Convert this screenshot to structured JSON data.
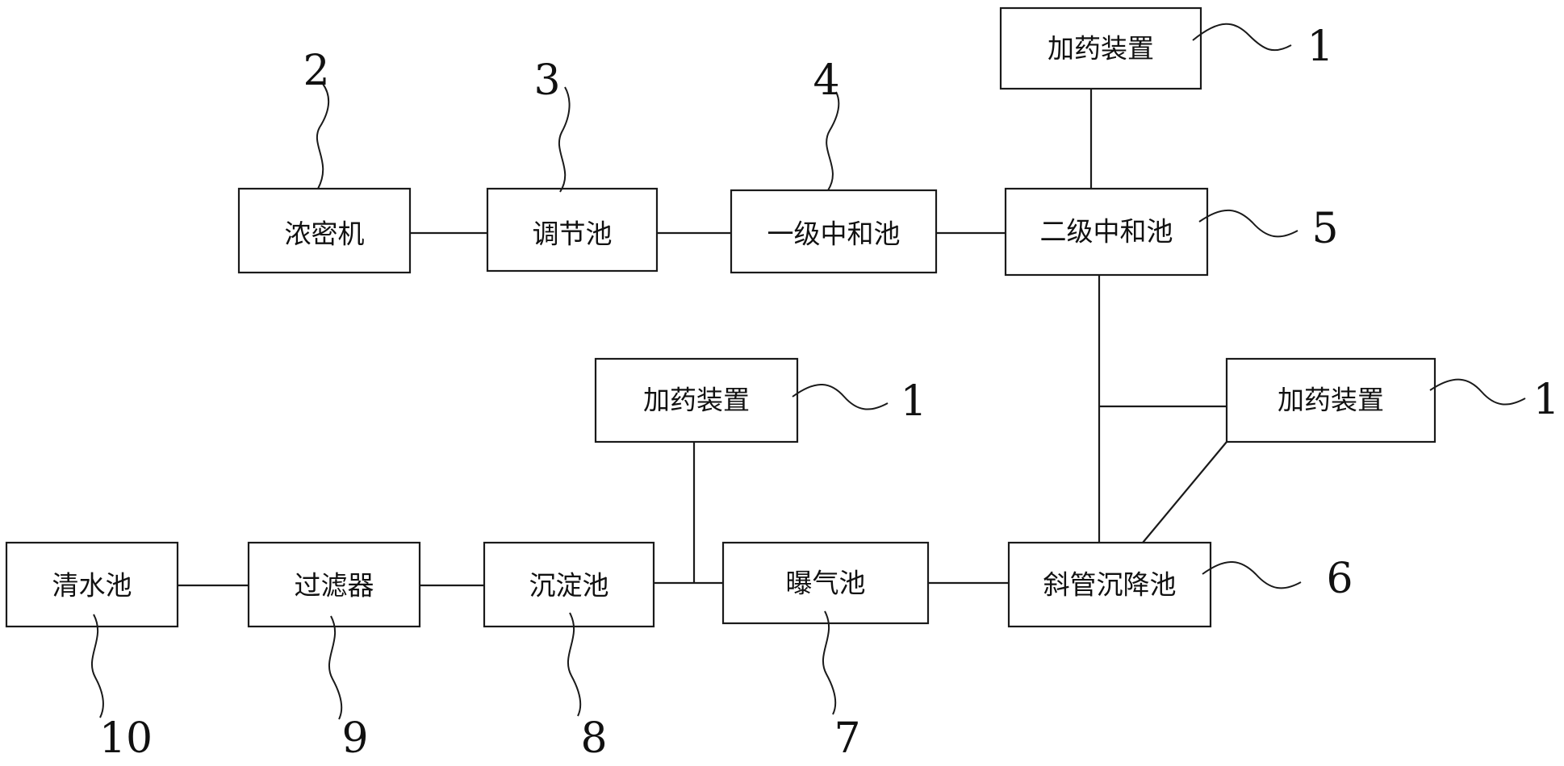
{
  "boxes": {
    "dosing_top": "加药装置",
    "thickener": "浓密机",
    "regulating_tank": "调节池",
    "primary_neutralization": "一级中和池",
    "secondary_neutralization": "二级中和池",
    "dosing_mid": "加药装置",
    "dosing_right": "加药装置",
    "clear_water_tank": "清水池",
    "filter": "过滤器",
    "sedimentation_tank": "沉淀池",
    "aeration_tank": "曝气池",
    "inclined_tube_settler": "斜管沉降池"
  },
  "refs": {
    "dosing_top": "1",
    "thickener": "2",
    "regulating_tank": "3",
    "primary_neutralization": "4",
    "secondary_neutralization": "5",
    "dosing_mid": "1",
    "dosing_right": "1",
    "clear_water_tank": "10",
    "filter": "9",
    "sedimentation_tank": "8",
    "aeration_tank": "7",
    "inclined_tube_settler": "6"
  },
  "colors": {
    "stroke": "#1a1a1a",
    "text": "#111111",
    "background": "#ffffff"
  }
}
